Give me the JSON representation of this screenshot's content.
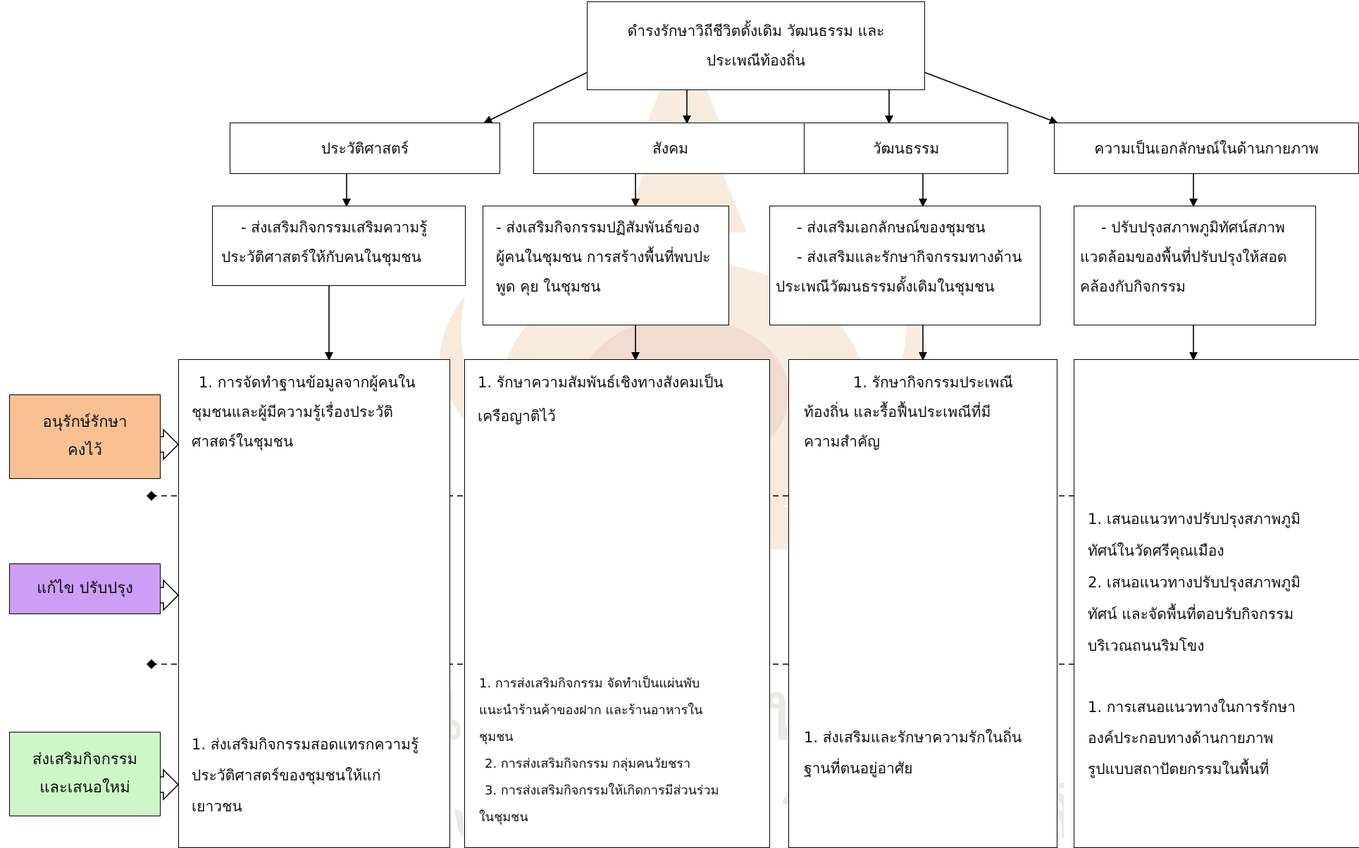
{
  "top": {
    "lines": [
      "ดำรงรักษาวิถีชีวิตดั้งเดิม วัฒนธรรม และ",
      "ประเพณีท้องถิ่น"
    ]
  },
  "categories": [
    "ประวัติศาสตร์",
    "สังคม",
    "วัฒนธรรม",
    "ความเป็นเอกลักษณ์ในด้านกายภาพ"
  ],
  "strategies": [
    [
      "- ส่งเสริมกิจกรรมเสริมความรู้",
      "ประวัติศาสตร์ให้กับคนในชุมชน"
    ],
    [
      "- ส่งเสริมกิจกรรมปฏิสัมพันธ์ของ",
      "ผู้คนในชุมชน การสร้างพื้นที่พบปะ",
      "พูด คุย ในชุมชน"
    ],
    [
      "- ส่งเสริมเอกลักษณ์ของชุมชน",
      "- ส่งเสริมและรักษากิจกรรมทางด้าน",
      "ประเพณีวัฒนธรรมดั้งเดิมในชุมชน"
    ],
    [
      "- ปรับปรุงสภาพภูมิทัศน์สภาพ",
      "แวดล้อมของพื้นที่ปรับปรุงให้สอด",
      "คล้องกับกิจกรรม"
    ]
  ],
  "rows": [
    {
      "label": [
        "อนุรักษ์รักษา",
        "คงไว้"
      ],
      "color": "#f9c192"
    },
    {
      "label": [
        "แก้ไข ปรับปรุง"
      ],
      "color": "#cc9ef5"
    },
    {
      "label": [
        "ส่งเสริมกิจกรรม",
        "และเสนอใหม่"
      ],
      "color": "#cdf7c9"
    }
  ],
  "cells": {
    "history_conserve": [
      "1. การจัดทำฐานข้อมูลจากผู้คนใน",
      "ชุมชนและผู้มีความรู้เรื่องประวัติ",
      "ศาสตร์ในชุมชน"
    ],
    "social_conserve": [
      "1. รักษาความสัมพันธ์เชิงทางสังคมเป็น",
      "เครือญาติไว้"
    ],
    "culture_conserve": [
      "1. รักษากิจกรรมประเพณี",
      "ท้องถิ่น และรื้อฟื้นประเพณีที่มี",
      "ความสำคัญ"
    ],
    "physical_improve": [
      "1. เสนอแนวทางปรับปรุงสภาพภูมิ",
      "ทัศน์ในวัดศรีคุณเมือง",
      "2. เสนอแนวทางปรับปรุงสภาพภูมิ",
      "ทัศน์ และจัดพื้นที่ตอบรับกิจกรรม",
      "บริเวณถนนริมโขง"
    ],
    "history_promote": [
      "1. ส่งเสริมกิจกรรมสอดแทรกความรู้",
      "ประวัติศาสตร์ของชุมชนให้แก่",
      "เยาวชน"
    ],
    "social_promote": [
      "1. การส่งเสริมกิจกรรม จัดทำเป็นแผ่นพับ",
      "แนะนำร้านค้าของฝาก และร้านอาหารใน",
      "ชุมชน",
      "2. การส่งเสริมกิจกรรม กลุ่มคนวัยชรา",
      "3. การส่งเสริมกิจกรรมให้เกิดการมีส่วนร่วม",
      "ในชุมชน"
    ],
    "culture_promote": [
      "1. ส่งเสริมและรักษาความรักในถิ่น",
      "ฐานที่ตนอยู่อาศัย"
    ],
    "physical_promote": [
      "1. การเสนอแนวทางในการรักษา",
      "องค์ประกอบทางด้านกายภาพ",
      "รูปแบบสถาปัตยกรรมในพื้นที่"
    ]
  }
}
